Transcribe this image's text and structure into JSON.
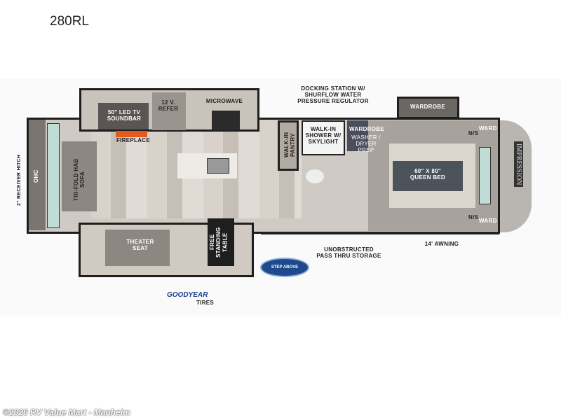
{
  "title": "280RL",
  "labels": {
    "tv": "50\" LED TV SOUNDBAR",
    "refer": "12 V. REFER",
    "microwave": "MICROWAVE",
    "fireplace": "FIREPLACE",
    "sofa": "TRI-FOLD HAB SOFA",
    "ohc": "OHC",
    "hitch": "2\" RECEIVER HITCH",
    "pantry": "WALK-IN PANTRY",
    "theater": "THEATER SEAT",
    "table": "FREE STANDING TABLE",
    "docking": "DOCKING STATION W/ SHURFLOW WATER PRESSURE REGULATOR",
    "shower": "WALK-IN SHOWER W/ SKYLIGHT",
    "wardrobe_top": "WARDROBE",
    "wardrobe": "WARDROBE",
    "washer": "WASHER / DRYER PREP",
    "bed": "60\" X 80\" QUEEN BED",
    "ns1": "N/S",
    "ns2": "N/S",
    "ward1": "WARD",
    "ward2": "WARD",
    "storage": "UNOBSTRUCTED PASS THRU STORAGE",
    "awning": "14' AWNING",
    "tires": "TIRES"
  },
  "logos": {
    "goodyear": "GOODYEAR",
    "step": "STEP ABOVE",
    "brand": "IMPRESSION"
  },
  "footer": "©2026 RV Value Mart - Manheim"
}
